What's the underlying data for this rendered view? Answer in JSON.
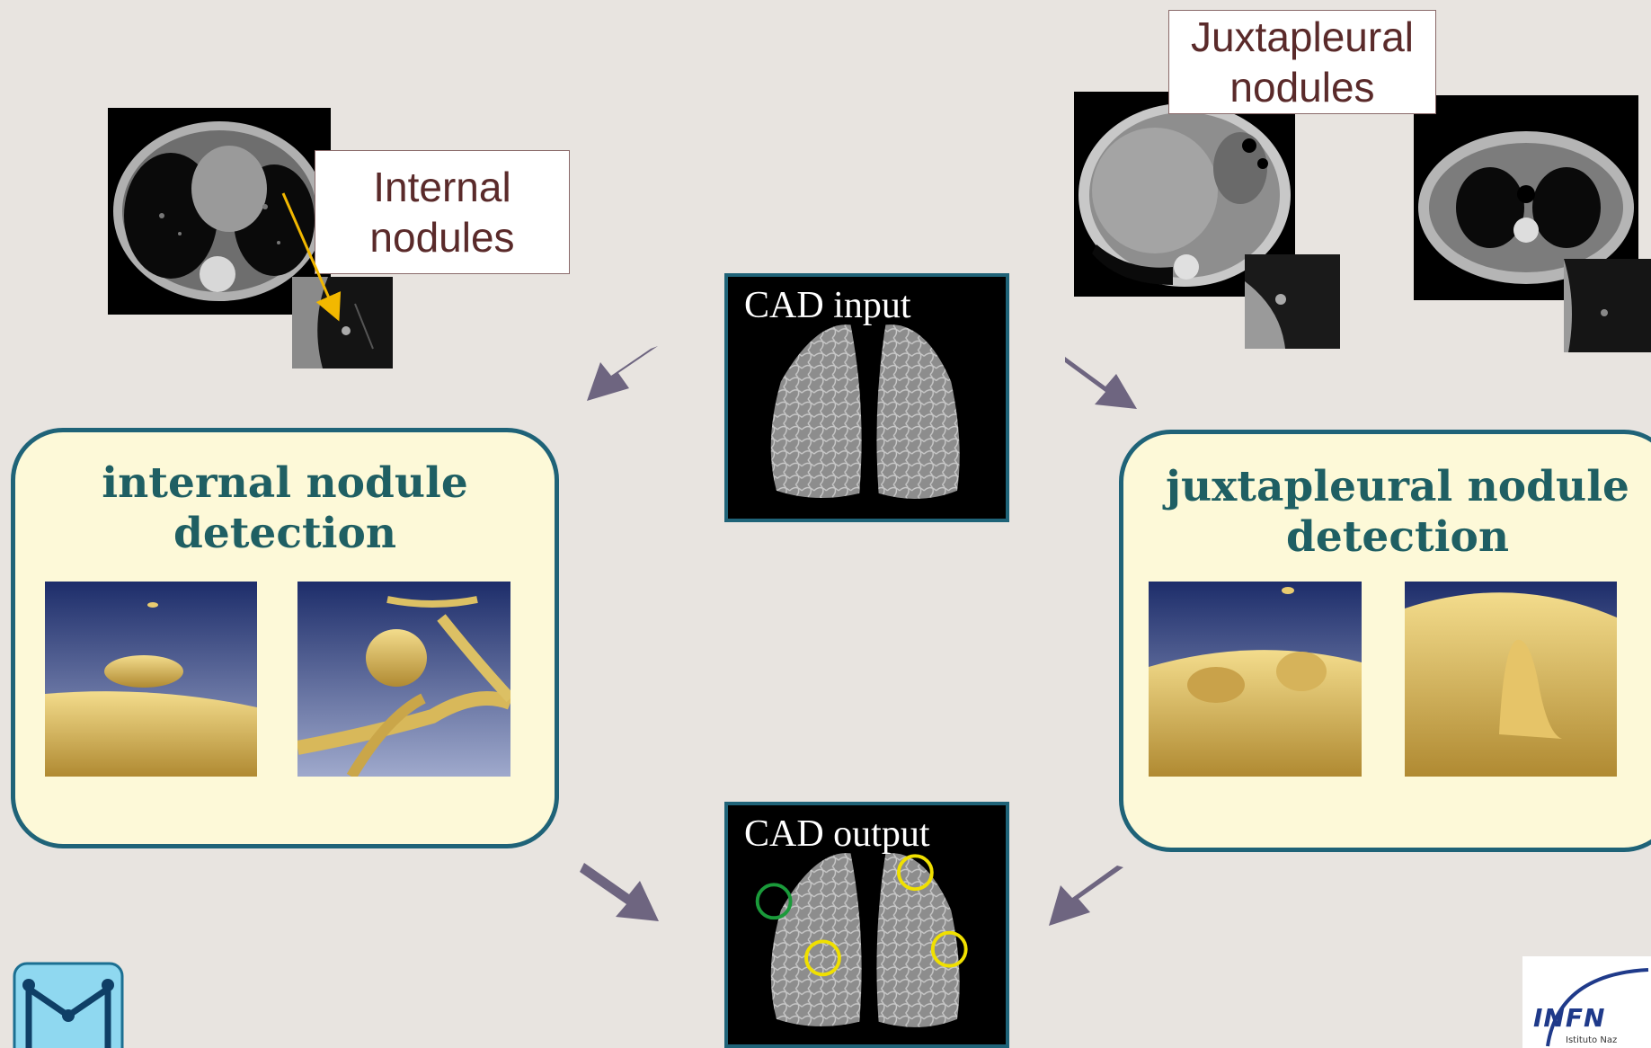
{
  "cad_input": {
    "label": "CAD input"
  },
  "cad_output": {
    "label": "CAD output"
  },
  "callouts": {
    "internal": "Internal\nnodules",
    "juxtapleural": "Juxtapleural\nnodules"
  },
  "panels": {
    "internal": {
      "title_line1": "internal nodule",
      "title_line2": "detection"
    },
    "juxtapleural": {
      "title_line1": "juxtapleural nodule",
      "title_line2": "detection"
    }
  },
  "logos": {
    "left": {
      "icon": "m-logo-icon"
    },
    "right": {
      "text": "INFN",
      "subtext": "Istituto Naz"
    }
  },
  "colors": {
    "background": "#e8e4e0",
    "panel_fill": "#fdf9d8",
    "panel_border": "#1f6378",
    "title_text": "#1f5f63",
    "arrow": "#6e6580",
    "pointer": "#f2b800",
    "marker_yellow": "#f0e000",
    "marker_green": "#1a9a3a"
  }
}
